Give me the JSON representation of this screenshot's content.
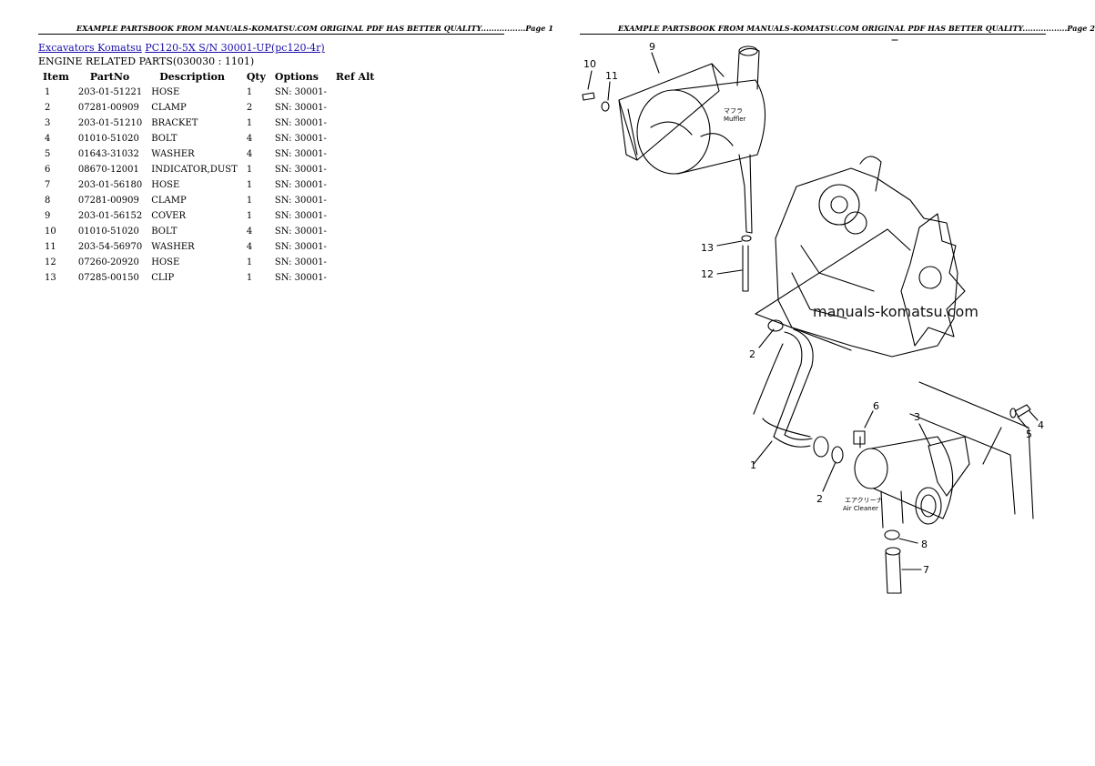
{
  "header": {
    "page1": "EXAMPLE PARTSBOOK FROM MANUALS-KOMATSU.COM ORIGINAL PDF HAS BETTER QUALITY.................Page 1",
    "page2": "EXAMPLE PARTSBOOK FROM MANUALS-KOMATSU.COM ORIGINAL PDF HAS BETTER QUALITY.................Page 2"
  },
  "breadcrumb": {
    "link1": "Excavators Komatsu",
    "link2": "PC120-5X S/N 30001-UP(pc120-4r)"
  },
  "section_title": "ENGINE RELATED PARTS(030030 : 1101)",
  "table": {
    "headers": [
      "Item",
      "PartNo",
      "Description",
      "Qty",
      "Options",
      "Ref Alt"
    ],
    "rows": [
      [
        "1",
        "203-01-51221",
        "HOSE",
        "1",
        "SN: 30001-",
        ""
      ],
      [
        "2",
        "07281-00909",
        "CLAMP",
        "2",
        "SN: 30001-",
        ""
      ],
      [
        "3",
        "203-01-51210",
        "BRACKET",
        "1",
        "SN: 30001-",
        ""
      ],
      [
        "4",
        "01010-51020",
        "BOLT",
        "4",
        "SN: 30001-",
        ""
      ],
      [
        "5",
        "01643-31032",
        "WASHER",
        "4",
        "SN: 30001-",
        ""
      ],
      [
        "6",
        "08670-12001",
        "INDICATOR,DUST",
        "1",
        "SN: 30001-",
        ""
      ],
      [
        "7",
        "203-01-56180",
        "HOSE",
        "1",
        "SN: 30001-",
        ""
      ],
      [
        "8",
        "07281-00909",
        "CLAMP",
        "1",
        "SN: 30001-",
        ""
      ],
      [
        "9",
        "203-01-56152",
        "COVER",
        "1",
        "SN: 30001-",
        ""
      ],
      [
        "10",
        "01010-51020",
        "BOLT",
        "4",
        "SN: 30001-",
        ""
      ],
      [
        "11",
        "203-54-56970",
        "WASHER",
        "4",
        "SN: 30001-",
        ""
      ],
      [
        "12",
        "07260-20920",
        "HOSE",
        "1",
        "SN: 30001-",
        ""
      ],
      [
        "13",
        "07285-00150",
        "CLIP",
        "1",
        "SN: 30001-",
        ""
      ]
    ]
  },
  "drawing": {
    "watermark": "manuals-komatsu.com",
    "muffler_jp": "マフラ",
    "muffler_en": "Muffler",
    "air_cleaner_jp": "エアクリーナ",
    "air_cleaner_en": "Air Cleaner",
    "callouts": [
      "1",
      "2",
      "2",
      "3",
      "4",
      "5",
      "6",
      "7",
      "8",
      "9",
      "10",
      "11",
      "12",
      "13"
    ]
  }
}
